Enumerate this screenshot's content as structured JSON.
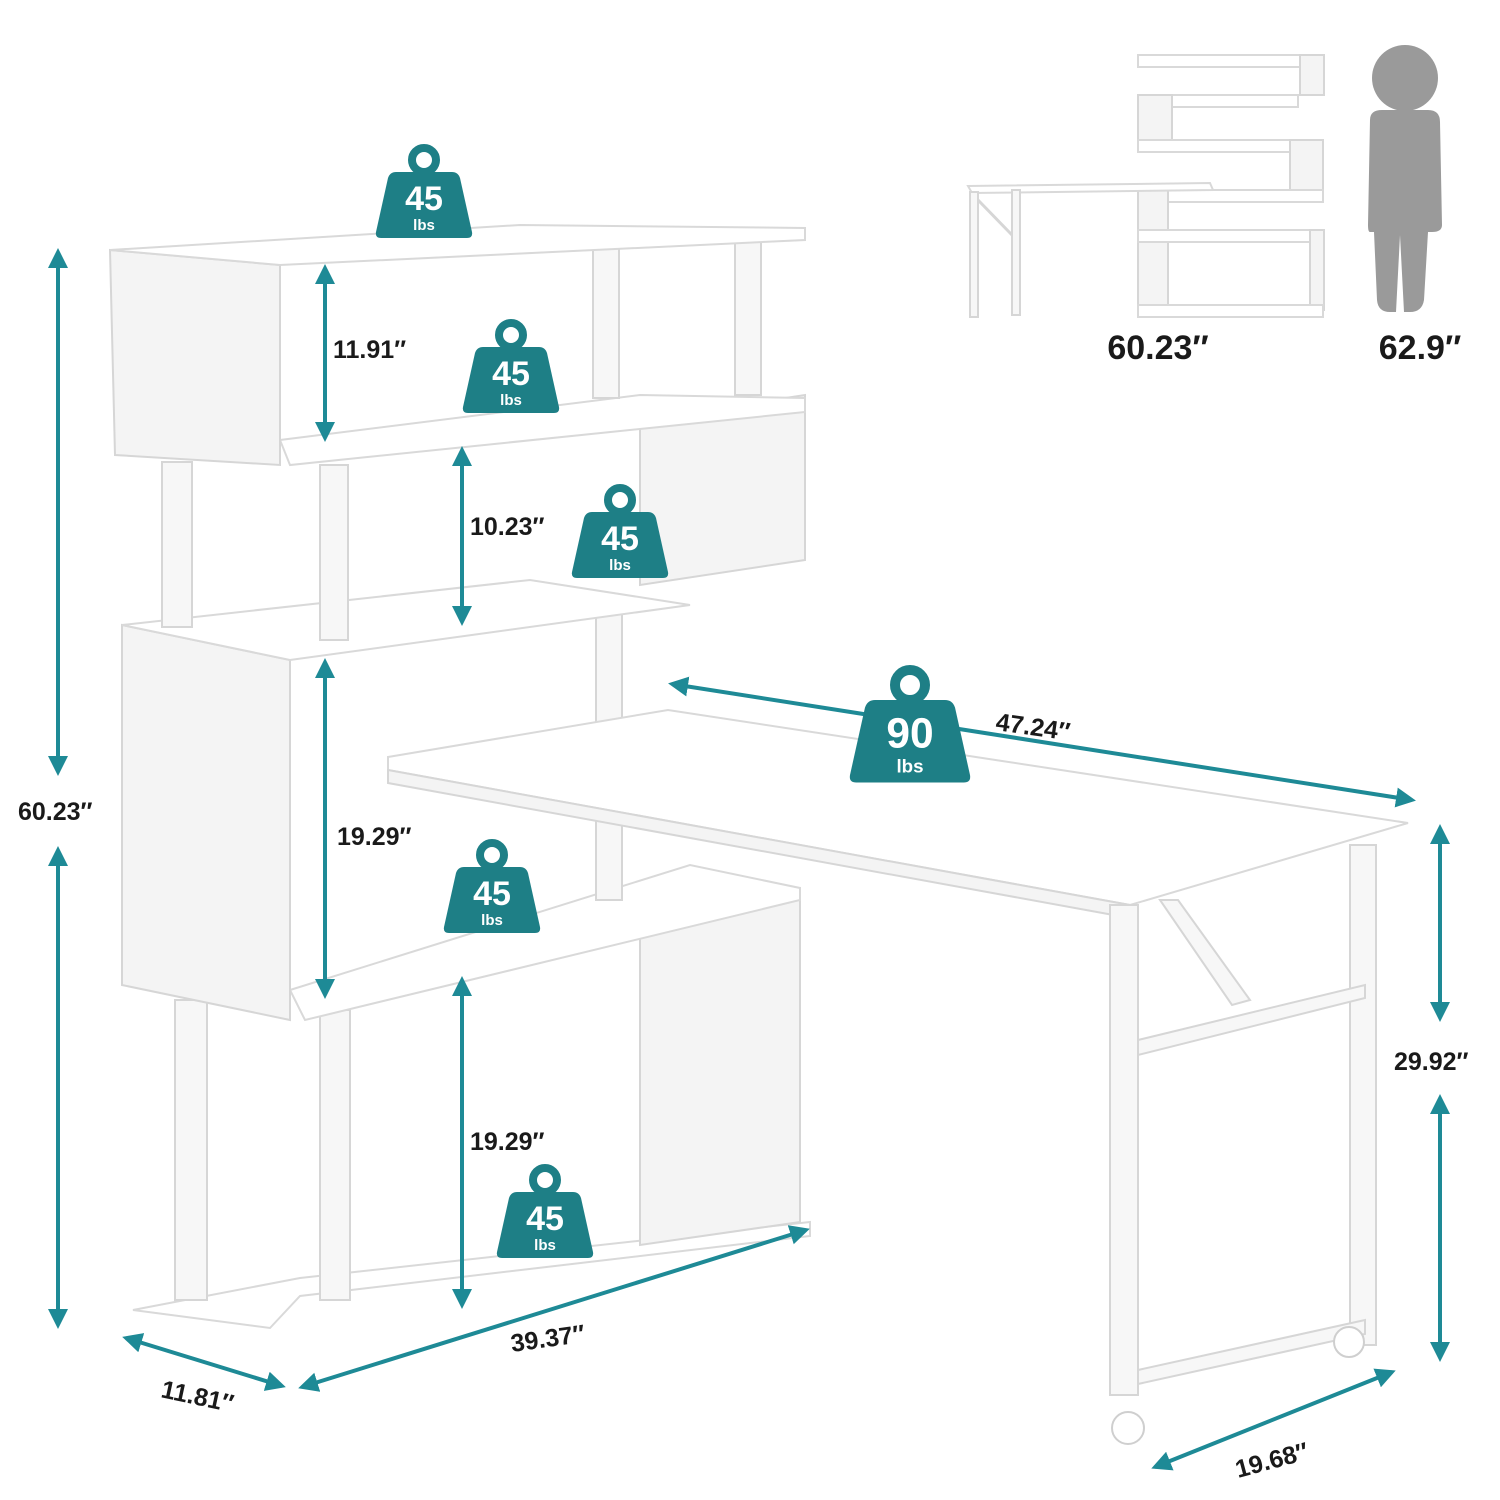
{
  "colors": {
    "accent": "#1e8a96",
    "badge": "#1e7f86",
    "silhouette": "#9a9a9a"
  },
  "dimensions": {
    "shelf_gap_1": "11.91″",
    "shelf_gap_2": "10.23″",
    "shelf_gap_3": "19.29″",
    "shelf_gap_4": "19.29″",
    "total_height": "60.23″",
    "desk_length": "47.24″",
    "desk_height": "29.92″",
    "desk_depth": "19.68″",
    "base_length": "39.37″",
    "base_depth": "11.81″"
  },
  "comparison": {
    "unit_height": "60.23″",
    "person_height": "62.9″",
    "person_icon": "person-silhouette-icon"
  },
  "weights": [
    {
      "value": "45",
      "unit": "lbs"
    },
    {
      "value": "45",
      "unit": "lbs"
    },
    {
      "value": "45",
      "unit": "lbs"
    },
    {
      "value": "45",
      "unit": "lbs"
    },
    {
      "value": "45",
      "unit": "lbs"
    },
    {
      "value": "90",
      "unit": "lbs"
    }
  ],
  "weight_icon": "weight-icon"
}
